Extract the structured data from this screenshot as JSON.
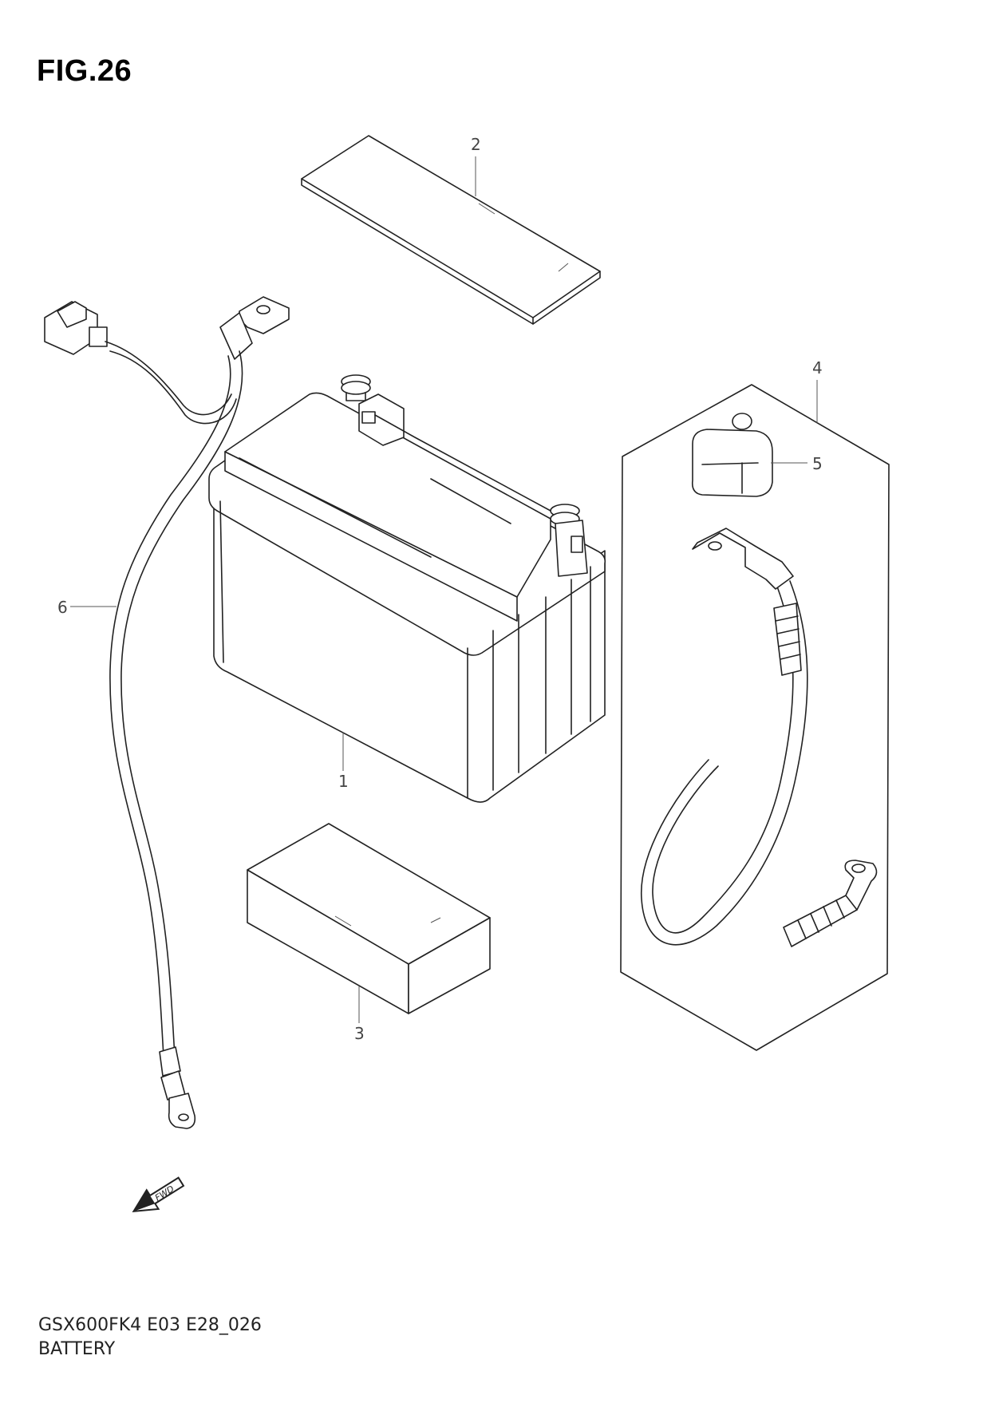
{
  "figure": {
    "title": "FIG.26"
  },
  "callouts": [
    {
      "id": "1",
      "label": "1"
    },
    {
      "id": "2",
      "label": "2"
    },
    {
      "id": "3",
      "label": "3"
    },
    {
      "id": "4",
      "label": "4"
    },
    {
      "id": "5",
      "label": "5"
    },
    {
      "id": "6",
      "label": "6"
    }
  ],
  "fwd_marker": {
    "label": "FWD"
  },
  "footer": {
    "code": "GSX600FK4 E03 E28_026",
    "name": "BATTERY"
  }
}
